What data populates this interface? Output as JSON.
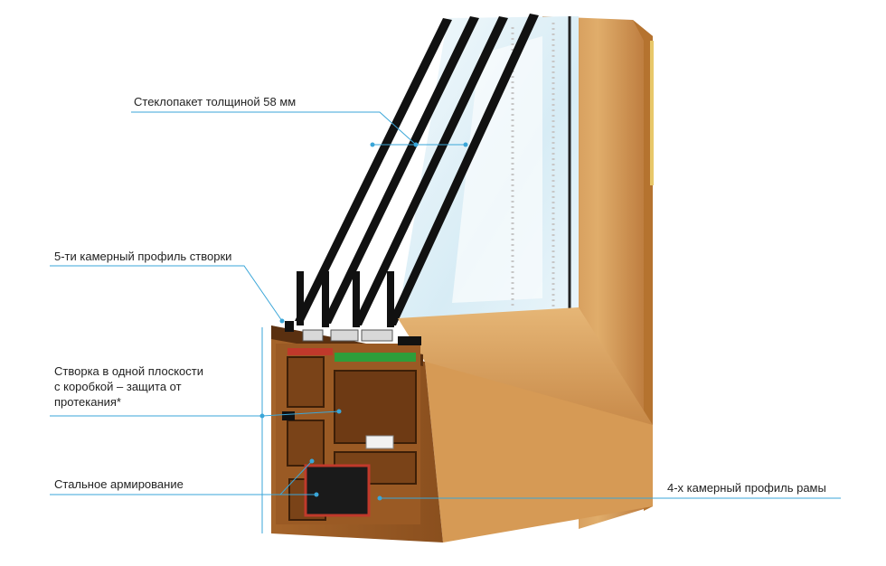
{
  "labels": {
    "glass_unit": "Стеклопакет толщиной 58 мм",
    "sash_profile": "5-ти камерный профиль створки",
    "flush_sash": "Створка в одной плоскости с коробкой – защита от протекания*",
    "steel_reinforcement": "Стальное армирование",
    "frame_profile": "4-х камерный профиль рамы"
  },
  "colors": {
    "leader_line": "#3aa6d8",
    "wood_light": "#d9a25c",
    "wood_dark": "#a8652a",
    "glass_edge": "#111111",
    "glass_tint": "#dceef6",
    "seal_green": "#2e9e3a",
    "seal_red": "#c0392b",
    "steel": "#1a1a1a"
  }
}
